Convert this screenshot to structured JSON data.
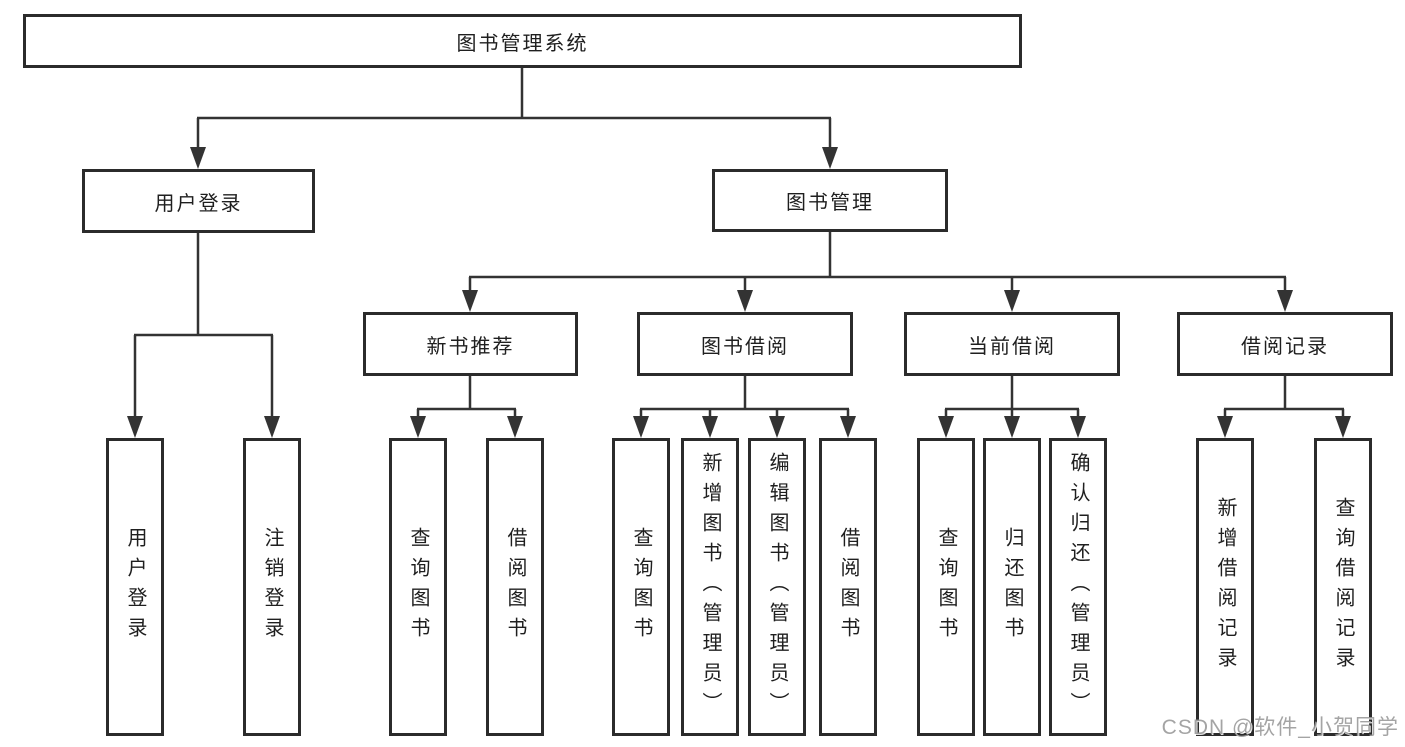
{
  "tree": {
    "root": {
      "label": "图书管理系统"
    },
    "branches": [
      {
        "label": "用户登录",
        "children": [
          {
            "label": "用户登录"
          },
          {
            "label": "注销登录"
          }
        ]
      },
      {
        "label": "图书管理",
        "children": [
          {
            "label": "新书推荐",
            "children": [
              {
                "label": "查询图书"
              },
              {
                "label": "借阅图书"
              }
            ]
          },
          {
            "label": "图书借阅",
            "children": [
              {
                "label": "查询图书"
              },
              {
                "label": "新增图书（管理员）"
              },
              {
                "label": "编辑图书（管理员）"
              },
              {
                "label": "借阅图书"
              }
            ]
          },
          {
            "label": "当前借阅",
            "children": [
              {
                "label": "查询图书"
              },
              {
                "label": "归还图书"
              },
              {
                "label": "确认归还（管理员）"
              }
            ]
          },
          {
            "label": "借阅记录",
            "children": [
              {
                "label": "新增借阅记录"
              },
              {
                "label": "查询借阅记录"
              }
            ]
          }
        ]
      }
    ]
  },
  "watermark": {
    "text": "CSDN @软件_小贺同学"
  },
  "colors": {
    "line": "#333333",
    "box_border": "#2b2b2b",
    "text": "#1f1f1f",
    "watermark": "#979797",
    "background": "#ffffff"
  }
}
